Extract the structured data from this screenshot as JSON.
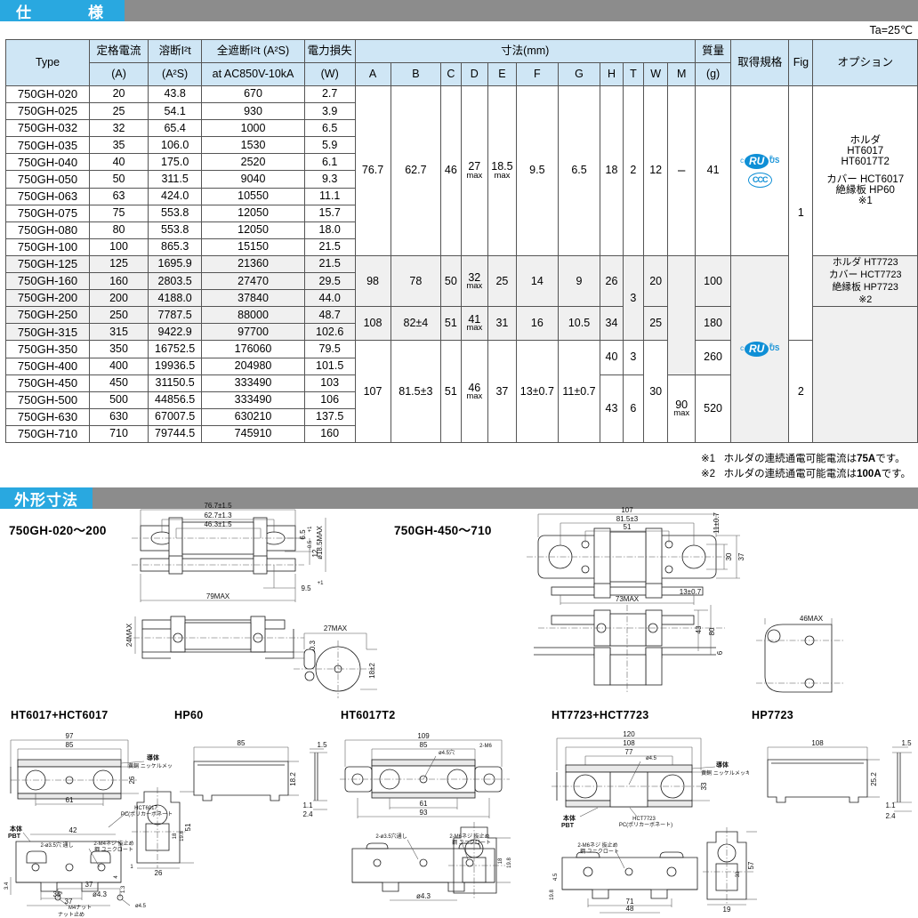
{
  "sections": {
    "spec_title": "仕　　様",
    "outline_title": "外形寸法"
  },
  "ta_note": "Ta=25℃",
  "table": {
    "headers": {
      "type": "Type",
      "rated_current": "定格電流",
      "rated_current_unit": "(A)",
      "melting_i2t": "溶断I²t",
      "melting_i2t_unit": "(A²S)",
      "total_i2t": "全遮断I²t (A²S)",
      "total_i2t_cond": "at AC850V-10kA",
      "power_loss": "電力損失",
      "power_loss_unit": "(W)",
      "dimensions": "寸法(mm)",
      "dim_cols": [
        "A",
        "B",
        "C",
        "D",
        "E",
        "F",
        "G",
        "H",
        "T",
        "W",
        "M"
      ],
      "mass": "質量",
      "mass_unit": "(g)",
      "standards": "取得規格",
      "fig": "Fig",
      "option": "オプション"
    },
    "rows": [
      {
        "type": "750GH-020",
        "current": "20",
        "melting": "43.8",
        "total": "670",
        "loss": "2.7",
        "shaded": false
      },
      {
        "type": "750GH-025",
        "current": "25",
        "melting": "54.1",
        "total": "930",
        "loss": "3.9",
        "shaded": false
      },
      {
        "type": "750GH-032",
        "current": "32",
        "melting": "65.4",
        "total": "1000",
        "loss": "6.5",
        "shaded": false
      },
      {
        "type": "750GH-035",
        "current": "35",
        "melting": "106.0",
        "total": "1530",
        "loss": "5.9",
        "shaded": false
      },
      {
        "type": "750GH-040",
        "current": "40",
        "melting": "175.0",
        "total": "2520",
        "loss": "6.1",
        "shaded": false
      },
      {
        "type": "750GH-050",
        "current": "50",
        "melting": "311.5",
        "total": "9040",
        "loss": "9.3",
        "shaded": false
      },
      {
        "type": "750GH-063",
        "current": "63",
        "melting": "424.0",
        "total": "10550",
        "loss": "11.1",
        "shaded": false
      },
      {
        "type": "750GH-075",
        "current": "75",
        "melting": "553.8",
        "total": "12050",
        "loss": "15.7",
        "shaded": false
      },
      {
        "type": "750GH-080",
        "current": "80",
        "melting": "553.8",
        "total": "12050",
        "loss": "18.0",
        "shaded": false
      },
      {
        "type": "750GH-100",
        "current": "100",
        "melting": "865.3",
        "total": "15150",
        "loss": "21.5",
        "shaded": false
      },
      {
        "type": "750GH-125",
        "current": "125",
        "melting": "1695.9",
        "total": "21360",
        "loss": "21.5",
        "shaded": true
      },
      {
        "type": "750GH-160",
        "current": "160",
        "melting": "2803.5",
        "total": "27470",
        "loss": "29.5",
        "shaded": true
      },
      {
        "type": "750GH-200",
        "current": "200",
        "melting": "4188.0",
        "total": "37840",
        "loss": "44.0",
        "shaded": true
      },
      {
        "type": "750GH-250",
        "current": "250",
        "melting": "7787.5",
        "total": "88000",
        "loss": "48.7",
        "shaded": true
      },
      {
        "type": "750GH-315",
        "current": "315",
        "melting": "9422.9",
        "total": "97700",
        "loss": "102.6",
        "shaded": true
      },
      {
        "type": "750GH-350",
        "current": "350",
        "melting": "16752.5",
        "total": "176060",
        "loss": "79.5",
        "shaded": false
      },
      {
        "type": "750GH-400",
        "current": "400",
        "melting": "19936.5",
        "total": "204980",
        "loss": "101.5",
        "shaded": false
      },
      {
        "type": "750GH-450",
        "current": "450",
        "melting": "31150.5",
        "total": "333490",
        "loss": "103",
        "shaded": false
      },
      {
        "type": "750GH-500",
        "current": "500",
        "melting": "44856.5",
        "total": "333490",
        "loss": "106",
        "shaded": false
      },
      {
        "type": "750GH-630",
        "current": "630",
        "melting": "67007.5",
        "total": "630210",
        "loss": "137.5",
        "shaded": false
      },
      {
        "type": "750GH-710",
        "current": "710",
        "melting": "79744.5",
        "total": "745910",
        "loss": "160",
        "shaded": false
      }
    ],
    "dim_groups": {
      "g1": {
        "A": "76.7",
        "B": "62.7",
        "C": "46",
        "D": "27",
        "D_note": "max",
        "E": "18.5",
        "E_note": "max",
        "F": "9.5",
        "G": "6.5",
        "H": "18",
        "T": "2",
        "W": "12",
        "M": "–"
      },
      "g2": {
        "A": "98",
        "B": "78",
        "C": "50",
        "D": "32",
        "D_note": "max",
        "E": "25",
        "F": "14",
        "G": "9",
        "H": "26",
        "T": "3",
        "W": "20"
      },
      "g3": {
        "A": "108",
        "B": "82±4",
        "C": "51",
        "D": "41",
        "D_note": "max",
        "E": "31",
        "F": "16",
        "G": "10.5",
        "H": "34",
        "W": "25"
      },
      "g4": {
        "A": "107",
        "B": "81.5±3",
        "C": "51",
        "D": "46",
        "D_note": "max",
        "E": "37",
        "F": "13±0.7",
        "G": "11±0.7",
        "H1": "40",
        "T1": "3",
        "H2": "43",
        "T2": "6",
        "W": "30",
        "M": "90",
        "M_note": "max"
      }
    },
    "mass": {
      "g1": "41",
      "g2": "100",
      "g3": "180",
      "g4a": "260",
      "g4b": "520"
    },
    "fig": {
      "f1": "1",
      "f2": "2"
    },
    "standards": {
      "ul": "UL",
      "ul_c": "c",
      "ul_us": "US",
      "ccc": "CCC"
    },
    "options": {
      "o1_l1": "ホルダ",
      "o1_l2": "HT6017",
      "o1_l3": "HT6017T2",
      "o1_l4": "カバー HCT6017",
      "o1_l5": "絶縁板 HP60",
      "o1_l6": "※1",
      "o2_l1": "ホルダ HT7723",
      "o2_l2": "カバー HCT7723",
      "o2_l3": "絶縁板 HP7723",
      "o2_l4": "※2"
    }
  },
  "footnotes": {
    "n1_mark": "※1",
    "n1_text_a": "ホルダの連続通電可能電流は",
    "n1_bold": "75A",
    "n1_text_b": "です。",
    "n2_mark": "※2",
    "n2_text_a": "ホルダの連続通電可能電流は",
    "n2_bold": "100A",
    "n2_text_b": "です。"
  },
  "drawings": {
    "fig1_title": "750GH-020～200",
    "fig2_title": "750GH-450～710",
    "acc1_title": "HT6017+HCT6017",
    "acc2_title": "HP60",
    "acc3_title": "HT6017T2",
    "acc4_title": "HT7723+HCT7723",
    "acc5_title": "HP7723",
    "fig1_dims": {
      "d1": "76.7±1.5",
      "d2": "62.7±1.3",
      "d3": "46.3±1.5",
      "d4": "6.5",
      "d4t": "+1",
      "d4b": "-0.5",
      "d5": "12",
      "d6": "ø18.5MAX",
      "d7": "9.5",
      "d7t": "+1",
      "d7b": "-0.5",
      "d8": "79MAX",
      "d9": "24MAX",
      "d10": "2±0.3",
      "d11": "27MAX",
      "d12": "18±2"
    },
    "fig2_dims": {
      "d1": "107",
      "d2": "81.5±3",
      "d3": "51",
      "d4": "11±0.7",
      "d5": "30",
      "d6": "37",
      "d7": "13±0.7",
      "d8": "73MAX",
      "d9": "43",
      "d10": "80",
      "d11": "6",
      "d12": "46MAX"
    },
    "acc1_dims": {
      "d1": "97",
      "d2": "85",
      "d3": "26",
      "d4": "61",
      "n1": "導体",
      "n2": "黄銅  ニッケルメッキ",
      "n3": "HCT6017",
      "n4": "PC(ポリカーボネート)",
      "n5": "本体",
      "n6": "PBT",
      "d5": "42",
      "n7": "2-ø3.5穴  通し",
      "n8": "2-M4ネジ  抜止め",
      "n9": "鋼  ユニクロート",
      "d6": "3.4",
      "d7": "35",
      "d8": "ø4.3",
      "d9": "37",
      "d10": "1.3",
      "d11": "4",
      "d12": "3",
      "d13": "51",
      "d14": "18",
      "d15": "19.8",
      "d16": "26",
      "d17": "1",
      "d18": "37",
      "n10": "M4ナット",
      "n11": "ø4.5",
      "n12": "ナット止め"
    },
    "acc2_dims": {
      "d1": "85",
      "d2": "18.2",
      "d3": "1.5",
      "d4": "1.1",
      "d5": "2.4"
    },
    "acc3_dims": {
      "d1": "109",
      "d2": "85",
      "n1": "ø4.5穴",
      "d3": "61",
      "d4": "93",
      "d5": "2-M6",
      "n2": "2-ø3.5穴通し",
      "n3": "2-M6ネジ 抜止め",
      "n4": "鋼 ユニクロート",
      "d6": "ø4.3",
      "d7": "18",
      "d8": "19.8"
    },
    "acc4_dims": {
      "d1": "120",
      "d2": "108",
      "d3": "77",
      "n1": "ø4.5",
      "n2": "導体",
      "n3": "黄銅  ニッケルメッキ",
      "n4": "HCT7723",
      "n5": "PC(ポリカーボネート)",
      "n6": "本体",
      "n7": "PBT",
      "n8": "2-M6ネジ  抜止め",
      "n9": "鋼  ユニクロート",
      "d4": "33",
      "d5": "19.8",
      "d6": "4.5",
      "d7": "71",
      "d8": "48",
      "d9": "57",
      "d10": "33",
      "d11": "19"
    },
    "acc5_dims": {
      "d1": "108",
      "d2": "25.2",
      "d3": "1.5",
      "d4": "1.1",
      "d5": "2.4"
    }
  }
}
